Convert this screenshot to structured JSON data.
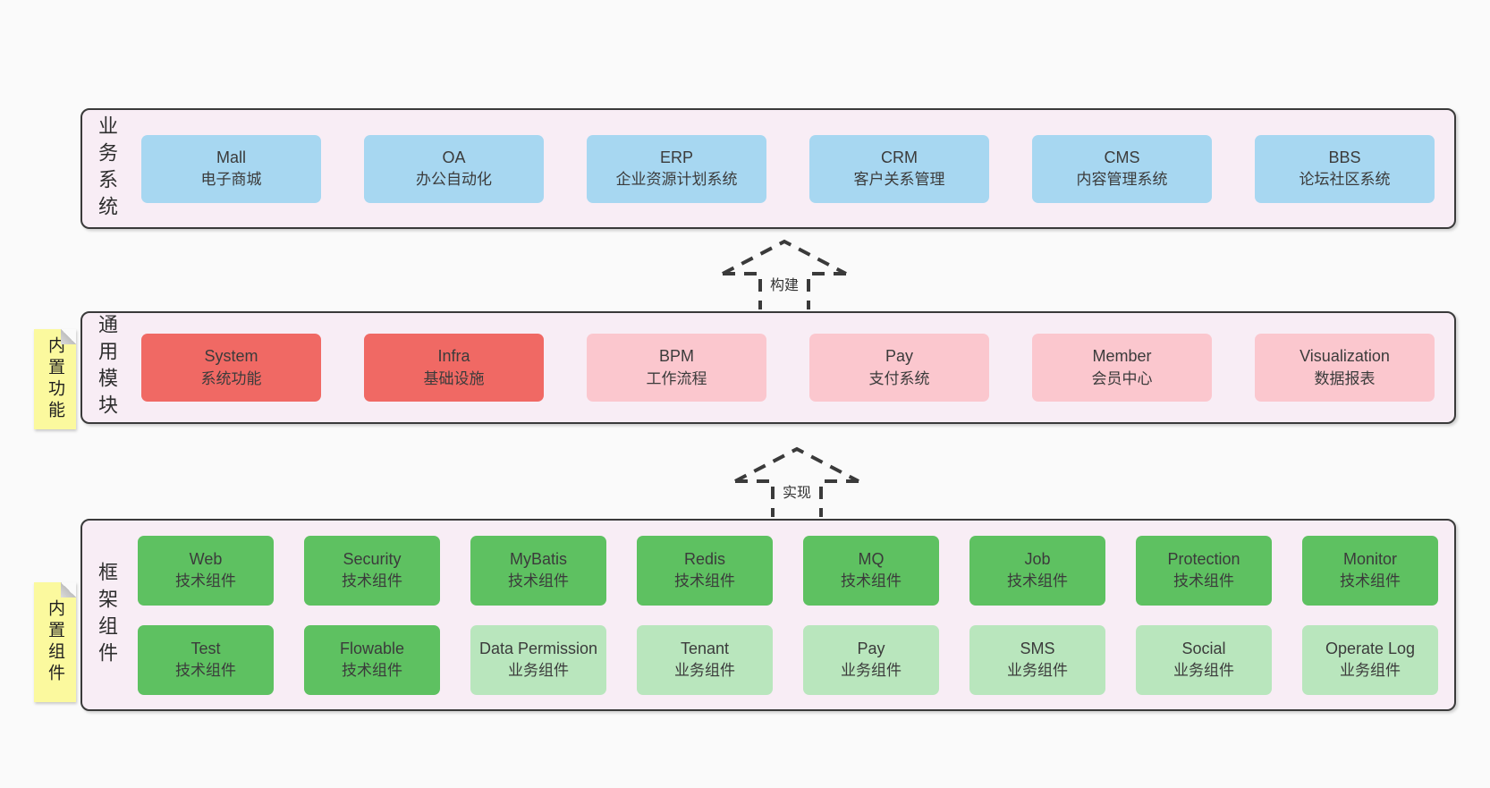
{
  "colors": {
    "page_bg": "#fafafa",
    "band_bg": "#f8edf5",
    "band_border": "#3a3a3a",
    "blue_box": "#a7d7f1",
    "red_box": "#f06964",
    "pink_box": "#fbc7ce",
    "green_box": "#5ec161",
    "light_green_box": "#b9e6bd",
    "note_yellow": "#fbf99e",
    "arrow_stroke": "#3a3a3a"
  },
  "bands": [
    {
      "label": "业务系统",
      "boxes": [
        {
          "name": "Mall",
          "desc": "电子商城"
        },
        {
          "name": "OA",
          "desc": "办公自动化"
        },
        {
          "name": "ERP",
          "desc": "企业资源计划系统"
        },
        {
          "name": "CRM",
          "desc": "客户关系管理"
        },
        {
          "name": "CMS",
          "desc": "内容管理系统"
        },
        {
          "name": "BBS",
          "desc": "论坛社区系统"
        }
      ]
    },
    {
      "label": "通用模块",
      "note": "内置功能",
      "boxes": [
        {
          "name": "System",
          "desc": "系统功能"
        },
        {
          "name": "Infra",
          "desc": "基础设施"
        },
        {
          "name": "BPM",
          "desc": "工作流程"
        },
        {
          "name": "Pay",
          "desc": "支付系统"
        },
        {
          "name": "Member",
          "desc": "会员中心"
        },
        {
          "name": "Visualization",
          "desc": "数据报表"
        }
      ]
    },
    {
      "label": "框架组件",
      "note": "内置组件",
      "rows": [
        [
          {
            "name": "Web",
            "desc": "技术组件"
          },
          {
            "name": "Security",
            "desc": "技术组件"
          },
          {
            "name": "MyBatis",
            "desc": "技术组件"
          },
          {
            "name": "Redis",
            "desc": "技术组件"
          },
          {
            "name": "MQ",
            "desc": "技术组件"
          },
          {
            "name": "Job",
            "desc": "技术组件"
          },
          {
            "name": "Protection",
            "desc": "技术组件"
          },
          {
            "name": "Monitor",
            "desc": "技术组件"
          }
        ],
        [
          {
            "name": "Test",
            "desc": "技术组件"
          },
          {
            "name": "Flowable",
            "desc": "技术组件"
          },
          {
            "name": "Data Permission",
            "desc": "业务组件"
          },
          {
            "name": "Tenant",
            "desc": "业务组件"
          },
          {
            "name": "Pay",
            "desc": "业务组件"
          },
          {
            "name": "SMS",
            "desc": "业务组件"
          },
          {
            "name": "Social",
            "desc": "业务组件"
          },
          {
            "name": "Operate Log",
            "desc": "业务组件"
          }
        ]
      ]
    }
  ],
  "arrows": [
    {
      "label": "构建"
    },
    {
      "label": "实现"
    }
  ]
}
